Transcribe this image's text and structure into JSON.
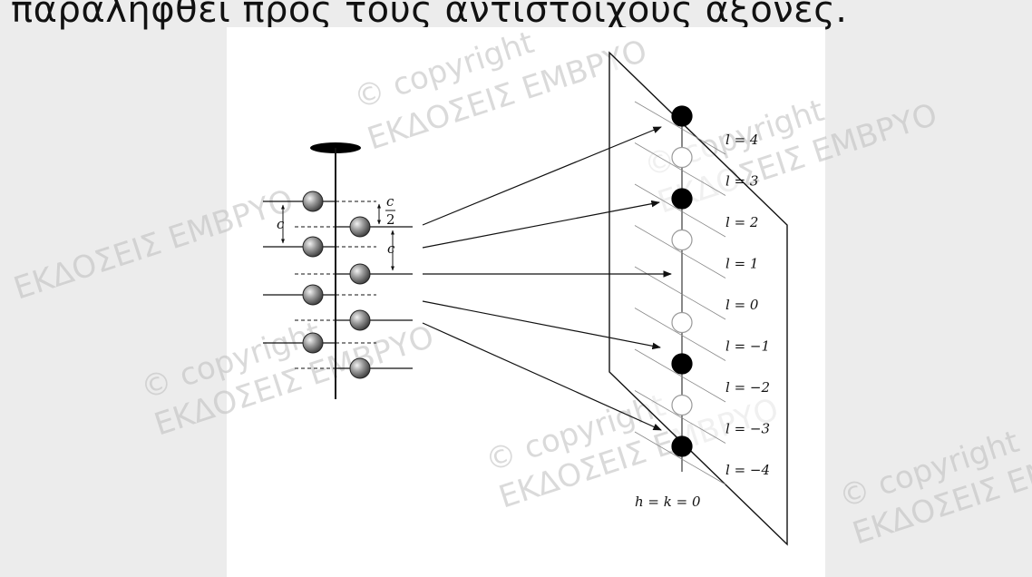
{
  "caption": {
    "text": "παραληφθεί προς τους αντίστοιχους άξονες."
  },
  "watermark": {
    "line1": "© copyright",
    "line2": "ΕΚΔΟΣΕΙΣ ΕΜΒΡΥΟ"
  },
  "diagram": {
    "spacing_labels": {
      "full": "c",
      "half_num": "c",
      "half_den": "2"
    },
    "screen_spots": [
      {
        "label": "l = 4",
        "state": "filled"
      },
      {
        "label": "l = 3",
        "state": "empty"
      },
      {
        "label": "l = 2",
        "state": "filled"
      },
      {
        "label": "l = 1",
        "state": "empty"
      },
      {
        "label": "l = 0",
        "state": "none"
      },
      {
        "label": "l = −1",
        "state": "empty"
      },
      {
        "label": "l = −2",
        "state": "filled"
      },
      {
        "label": "l = −3",
        "state": "empty"
      },
      {
        "label": "l = −4",
        "state": "filled"
      }
    ],
    "screen_caption": "h = k = 0",
    "colors": {
      "atom_fill": "#8a8a8a",
      "spot_filled": "#000000",
      "spot_empty": "#ffffff"
    }
  }
}
